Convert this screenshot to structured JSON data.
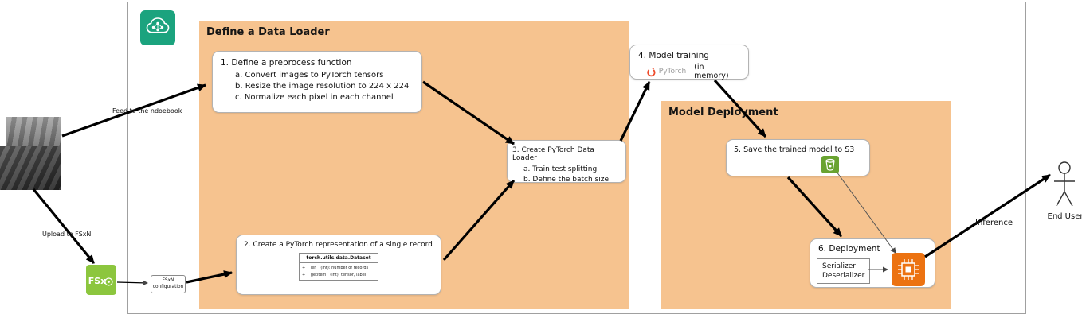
{
  "groups": {
    "data_loader_title": "Define a Data Loader",
    "model_deployment_title": "Model Deployment"
  },
  "step1": {
    "title": "1. Define a preprocess function",
    "items": [
      "a. Convert images to PyTorch tensors",
      "b. Resize the image resolution to 224 x 224",
      "c. Normalize each pixel in each channel"
    ]
  },
  "step2": {
    "title": "2. Create a PyTorch representation of a single record",
    "table_header": "torch.utils.data.Dataset",
    "table_row1": "+ __len__(int): number of records",
    "table_row2": "+ __getitem__(int): tensor, label"
  },
  "step3": {
    "title": "3. Create PyTorch Data Loader",
    "items": [
      "a. Train test splitting",
      "b. Define the batch size"
    ]
  },
  "step4": {
    "title": "4. Model training",
    "pytorch": "PyTorch",
    "note": "(in memory)"
  },
  "step5": {
    "title": "5. Save the trained model to S3"
  },
  "step6": {
    "title": "6. Deployment",
    "serializer": "Serializer",
    "deserializer": "Deserializer"
  },
  "labels": {
    "feed_notebook": "Feed to the ndoebook",
    "upload_fsxn": "Upload to FSxN",
    "fsxn_line1": "FSxN",
    "fsxn_line2": "configuration",
    "fsx_text": "FSx",
    "inference": "Inference",
    "end_user": "End User"
  },
  "colors": {
    "group_orange": "#F6C38F",
    "sagemaker_teal": "#1BA37E",
    "fsx_green": "#8CC63E",
    "s3_green": "#69A331",
    "endpoint_orange": "#EC7211",
    "pytorch_orange": "#EE4C2C",
    "arrow": "#000000"
  }
}
